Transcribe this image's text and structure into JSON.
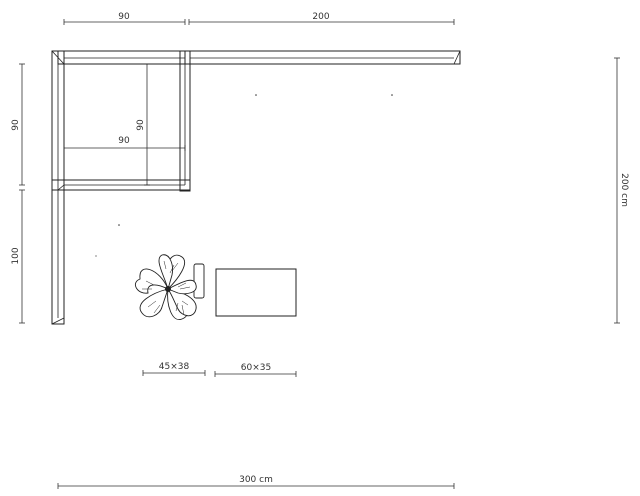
{
  "dimensions": {
    "top_left_width": "90",
    "top_right_width": "200",
    "left_upper_height": "90",
    "left_lower_height": "100",
    "inner_depth": "90",
    "inner_width": "90",
    "right_total_height": "200 cm",
    "chair_size": "45×38",
    "table_size": "60×35",
    "total_width": "300 cm"
  },
  "colors": {
    "line": "#222222",
    "dimension": "#333333",
    "background": "#ffffff"
  }
}
